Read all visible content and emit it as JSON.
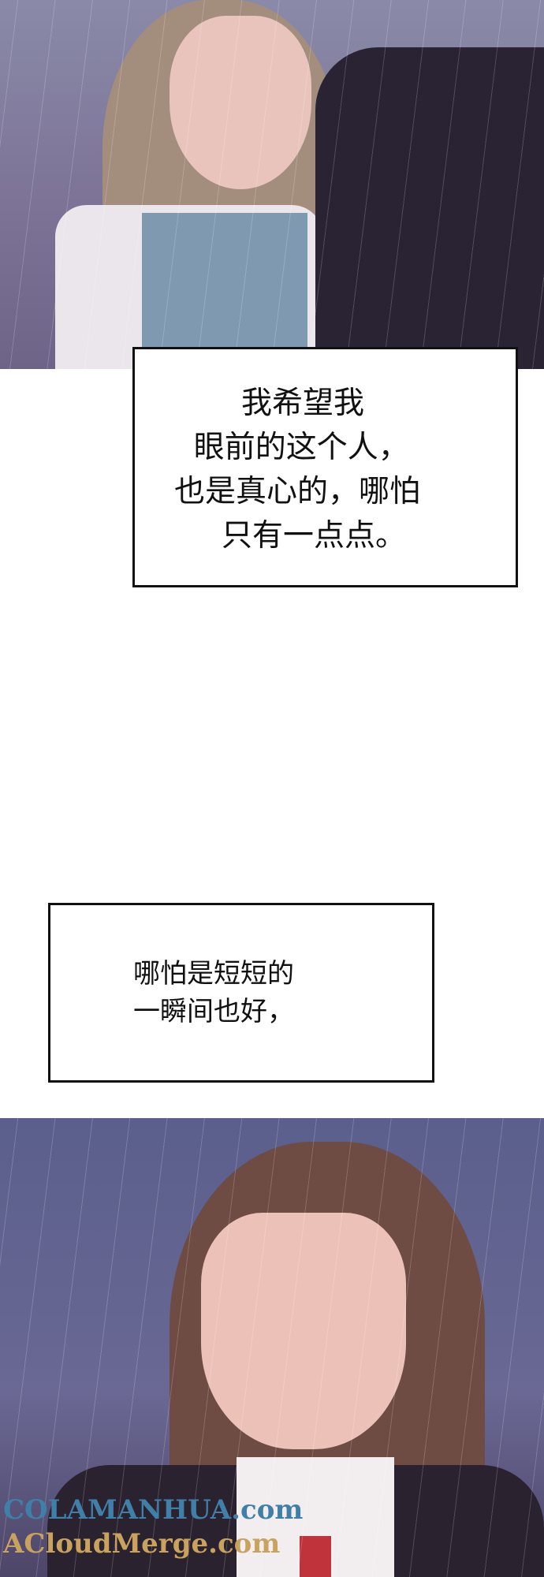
{
  "captions": [
    {
      "lines": [
        "我希望我",
        "  眼前的这个人，",
        "也是真心的，哪怕",
        "只有一点点。"
      ]
    },
    {
      "lines": [
        "哪怕是短短的",
        "一瞬间也好，"
      ]
    }
  ],
  "watermark": {
    "line1": "COLAMANHUA.com",
    "line2": "ACloudMerge.com"
  },
  "colors": {
    "top_panel": "#7e7598",
    "bottom_panel": "#5b5f8c",
    "box_border": "#111111"
  }
}
